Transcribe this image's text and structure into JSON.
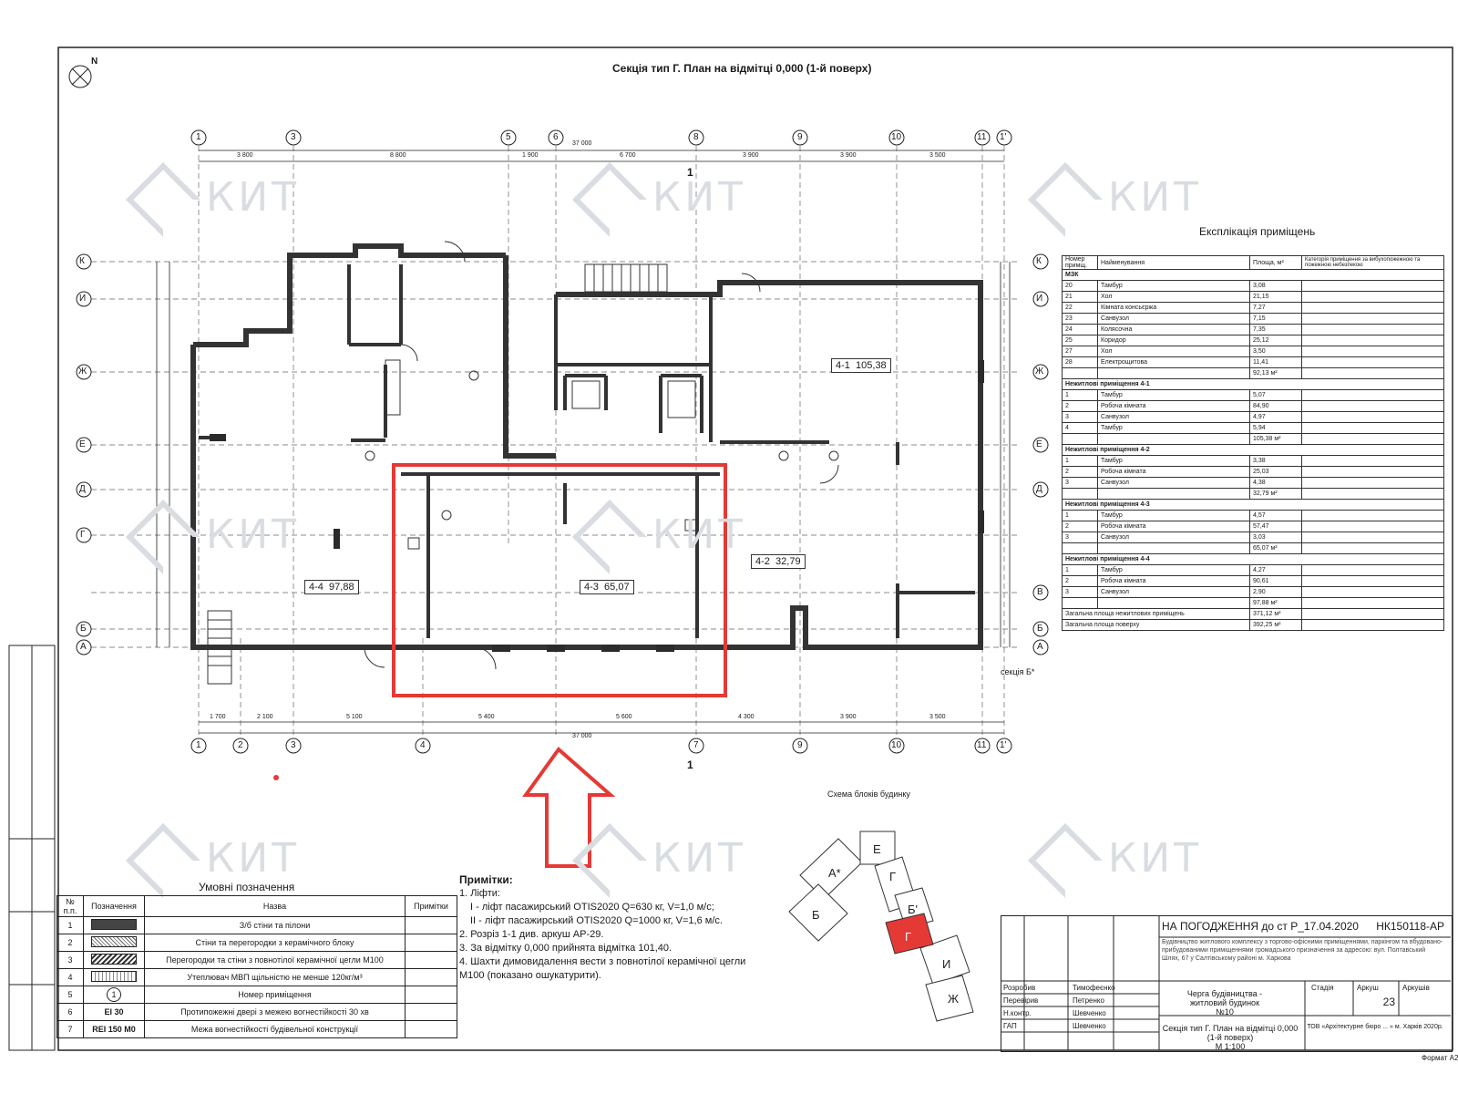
{
  "plan_title": "Секція тип Г. План на відмітці 0,000 (1-й поверх)",
  "north_label": "N",
  "section_marker": "1",
  "section_label": "секція Б*",
  "axes_numbers": [
    "1",
    "2",
    "3",
    "4",
    "5",
    "6",
    "7",
    "8",
    "9",
    "10",
    "11",
    "1'"
  ],
  "axes_letters": [
    "К",
    "И",
    "Ж",
    "Е",
    "Д",
    "Г",
    "В",
    "Б",
    "А"
  ],
  "dims_top": [
    "3 800",
    "8 800",
    "1 900",
    "6 700",
    "3 900",
    "3 900",
    "3 500"
  ],
  "dims_bottom": [
    "1 700",
    "2 100",
    "5 100",
    "5 400",
    "5 600",
    "4 300",
    "3 900",
    "3 500"
  ],
  "total_dim": "37 000",
  "rooms": [
    {
      "code": "4-1",
      "area": "105,38"
    },
    {
      "code": "4-4",
      "area": "97,88"
    },
    {
      "code": "4-3",
      "area": "65,07"
    },
    {
      "code": "4-2",
      "area": "32,79"
    }
  ],
  "watermark_text": "КИТ",
  "explication": {
    "title": "Експлікація приміщень",
    "headers": [
      "Номер примщ.",
      "Найменування",
      "Площа, м²",
      "Категорія приміщення за вибухопожежною та пожежною небезпекою"
    ],
    "sections": [
      {
        "name": "МЗК",
        "rows": [
          [
            "20",
            "Тамбур",
            "3,08"
          ],
          [
            "21",
            "Хол",
            "21,15"
          ],
          [
            "22",
            "Кімната консьєржа",
            "7,27"
          ],
          [
            "23",
            "Санвузол",
            "7,15"
          ],
          [
            "24",
            "Колясочна",
            "7,35"
          ],
          [
            "25",
            "Коридор",
            "25,12"
          ],
          [
            "27",
            "Хол",
            "3,50"
          ],
          [
            "28",
            "Електрощитова",
            "11,41"
          ]
        ],
        "total": "92,13 м²"
      },
      {
        "name": "Нежитлові приміщення 4-1",
        "rows": [
          [
            "1",
            "Тамбур",
            "5,07"
          ],
          [
            "2",
            "Робоча кімната",
            "84,90"
          ],
          [
            "3",
            "Санвузол",
            "4,97"
          ],
          [
            "4",
            "Тамбур",
            "5,94"
          ]
        ],
        "total": "105,38 м²"
      },
      {
        "name": "Нежитлові приміщення 4-2",
        "rows": [
          [
            "1",
            "Тамбур",
            "3,38"
          ],
          [
            "2",
            "Робоча кімната",
            "25,03"
          ],
          [
            "3",
            "Санвузол",
            "4,38"
          ]
        ],
        "total": "32,79 м²"
      },
      {
        "name": "Нежитлові приміщення 4-3",
        "rows": [
          [
            "1",
            "Тамбур",
            "4,57"
          ],
          [
            "2",
            "Робоча кімната",
            "57,47"
          ],
          [
            "3",
            "Санвузол",
            "3,03"
          ]
        ],
        "total": "65,07 м²"
      },
      {
        "name": "Нежитлові приміщення 4-4",
        "rows": [
          [
            "1",
            "Тамбур",
            "4,27"
          ],
          [
            "2",
            "Робоча кімната",
            "90,61"
          ],
          [
            "3",
            "Санвузол",
            "2,90"
          ]
        ],
        "total": "97,88 м²"
      }
    ],
    "summary": [
      [
        "Загальна площа нежитлових приміщень",
        "371,12 м²"
      ],
      [
        "Загальна площа поверху",
        "392,25 м²"
      ]
    ]
  },
  "legend": {
    "title": "Умовні позначення",
    "headers": [
      "№ п.п.",
      "Позначення",
      "Назва",
      "Примітки"
    ],
    "rows": [
      [
        "1",
        "",
        "З/б стіни та пілони",
        ""
      ],
      [
        "2",
        "",
        "Стіни та перегородки з керамічного блоку",
        ""
      ],
      [
        "3",
        "",
        "Перегородки та стіни з повнотілої керамічної цегли М100",
        ""
      ],
      [
        "4",
        "",
        "Утеплювач МВП щільністю не менше 120кг/м³",
        ""
      ],
      [
        "5",
        "1",
        "Номер приміщення",
        ""
      ],
      [
        "6",
        "EI 30",
        "Протипожежні двері з межею вогнестійкості 30 хв",
        ""
      ],
      [
        "7",
        "REI 150 M0",
        "Межа вогнестійкості будівельної конструкції",
        ""
      ]
    ]
  },
  "notes": {
    "title": "Примітки:",
    "lines": [
      "1. Ліфти:",
      "I - ліфт пасажирський OTIS2020 Q=630 кг, V=1,0 м/с;",
      "II - ліфт пасажирський OTIS2020 Q=1000 кг, V=1,6 м/с.",
      "2. Розріз 1-1 див. аркуш АР-29.",
      "3. За відмітку 0,000 прийнята відмітка 101,40.",
      "4. Шахти димовидалення вести з повнотілої керамічної цегли М100 (показано ошукатурити)."
    ]
  },
  "scheme": {
    "title": "Схема блоків будинку",
    "blocks": [
      "А*",
      "Б",
      "Е",
      "Г",
      "Б'",
      "И",
      "Ж",
      "Г"
    ],
    "highlight_color": "#e53935"
  },
  "stamp": {
    "approval": "НА ПОГОДЖЕННЯ до ст Р_17.04.2020",
    "code": "НК150118-АР",
    "description": "Будівництво житлового комплексу з торгово-офісними приміщеннями, паркінгом та вбудовано-прибудованими приміщеннями громадського призначення за адресою: вул. Полтавський Шлях, 67 у Салтівському районі м. Харкова",
    "object": "Черга будівництва - житловий будинок №10",
    "sheet_title": "Секція тип Г. План на відмітці 0,000 (1-й поверх)",
    "sheet_scale": "М 1:100",
    "stage_label": "Стадія",
    "sheet_label": "Аркуш",
    "sheets_label": "Аркушів",
    "sheet_number": "23",
    "org": "ТОВ «Архітектурне бюро ... » м. Харків 2020р.",
    "roles": [
      "Розробив",
      "Перевірив",
      "Н.контр.",
      "ГАП"
    ],
    "names": [
      "Тимофеєнко",
      "Петренко",
      "Шевченко",
      "Шевченко"
    ],
    "format": "Формат А2"
  },
  "colors": {
    "highlight": "#e53935",
    "line": "#222222",
    "wall": "#333333",
    "watermark": "#d9dde2"
  }
}
